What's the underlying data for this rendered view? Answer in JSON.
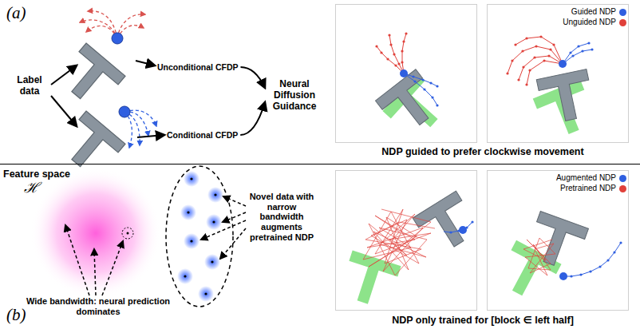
{
  "diagram": {
    "nodes": [
      {
        "text": [
          "Label data"
        ]
      },
      {
        "text": [
          "Unconditional CFDP"
        ]
      },
      {
        "text": [
          "Conditional CFDP"
        ]
      },
      {
        "text": [
          "Neural Diffusion Guidance"
        ]
      }
    ],
    "edges": [
      {
        "from": 1,
        "to": 3,
        "arrow": "to"
      },
      {
        "from": 2,
        "to": 3,
        "arrow": "to"
      }
    ],
    "labels": [
      "(a)",
      "NDP guided to prefer clockwise movement",
      "Feature space",
      "ℋ",
      "Novel data with narrow bandwidth augments pretrained NDP",
      "Wide bandwidth: neural prediction dominates",
      "(b)",
      "NDP only trained for [block ∈ left half]"
    ],
    "legend": [
      {
        "text": "Guided NDP",
        "color": "#2f5fe0"
      },
      {
        "text": "Unguided NDP",
        "color": "#e0403a"
      },
      {
        "text": "Augmented NDP",
        "color": "#2f5fe0"
      },
      {
        "text": "Pretrained NDP",
        "color": "#e0403a"
      }
    ]
  }
}
